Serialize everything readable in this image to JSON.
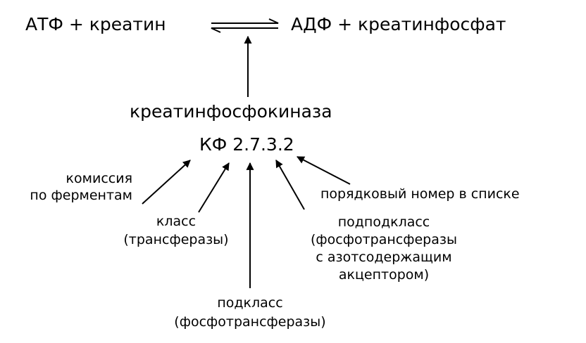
{
  "reaction": {
    "left": "АТФ + креатин",
    "right": "АДФ + креатинфосфат"
  },
  "enzyme": {
    "name": "креатинфосфокиназа",
    "ec_number": "КФ 2.7.3.2"
  },
  "annotations": {
    "commission": [
      "комиссия",
      "по ферментам"
    ],
    "class": [
      "класс",
      "(трансферазы)"
    ],
    "subclass": [
      "подкласс",
      "(фосфотрансферазы)"
    ],
    "subsubclass": [
      "подподкласс",
      "(фосфотрансферазы",
      "с азотсодержащим",
      "акцептором)"
    ],
    "serial": [
      "порядковый номер в списке"
    ]
  }
}
